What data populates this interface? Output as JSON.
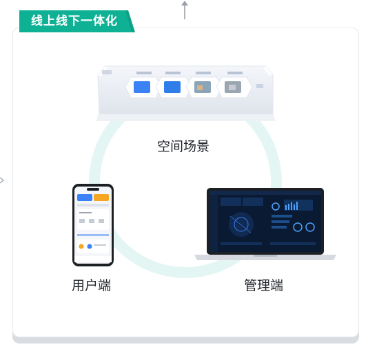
{
  "header": {
    "tag_label": "线上线下一体化"
  },
  "nodes": {
    "space_label": "空间场景",
    "user_label": "用户端",
    "admin_label": "管理端"
  },
  "colors": {
    "accent": "#0fb194",
    "ring": "#e4f6f4",
    "text": "#1f2329"
  }
}
